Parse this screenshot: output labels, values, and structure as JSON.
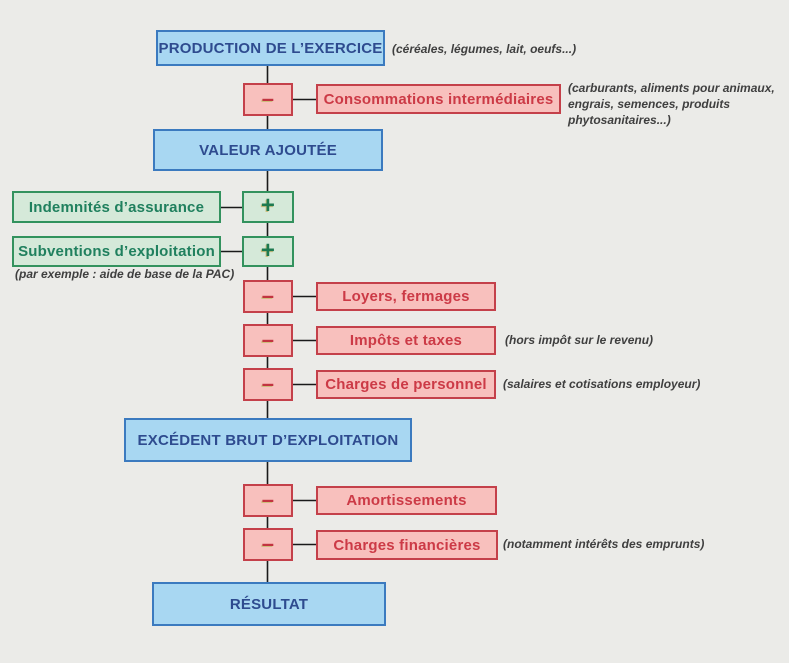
{
  "palette": {
    "background": "#ebebe8",
    "blue_fill": "#a8d7f2",
    "blue_border": "#3b7abf",
    "blue_text": "#2e4b8f",
    "red_fill": "#f8c0bd",
    "red_border": "#c4404a",
    "red_text": "#cc3a46",
    "green_fill": "#d5e9d9",
    "green_border": "#33925e",
    "green_text": "#20805e",
    "line": "#1a1a1a",
    "note_text": "#3f3f3f"
  },
  "nodes": {
    "production": {
      "label": "PRODUCTION DE L’EXERCICE",
      "note": "(céréales, légumes, lait, oeufs...)"
    },
    "consommations": {
      "operator": "–",
      "label": "Consommations intermédiaires",
      "note": "(carburants, aliments pour animaux, engrais, semences, produits phytosanitaires...)"
    },
    "valeur_ajoutee": {
      "label": "VALEUR AJOUTÉE"
    },
    "indemnites": {
      "operator": "+",
      "label": "Indemnités d’assurance"
    },
    "subventions": {
      "operator": "+",
      "label": "Subventions d’exploitation",
      "note": "(par exemple : aide de base de la PAC)"
    },
    "loyers": {
      "operator": "–",
      "label": "Loyers, fermages"
    },
    "impots": {
      "operator": "–",
      "label": "Impôts et taxes",
      "note": "(hors impôt sur le revenu)"
    },
    "personnel": {
      "operator": "–",
      "label": "Charges de personnel",
      "note": "(salaires et cotisations employeur)"
    },
    "ebe": {
      "label": "EXCÉDENT BRUT D’EXPLOITATION"
    },
    "amortissements": {
      "operator": "–",
      "label": "Amortissements"
    },
    "financieres": {
      "operator": "–",
      "label": "Charges financières",
      "note": "(notamment intérêts des emprunts)"
    },
    "resultat": {
      "label": "RÉSULTAT"
    }
  }
}
